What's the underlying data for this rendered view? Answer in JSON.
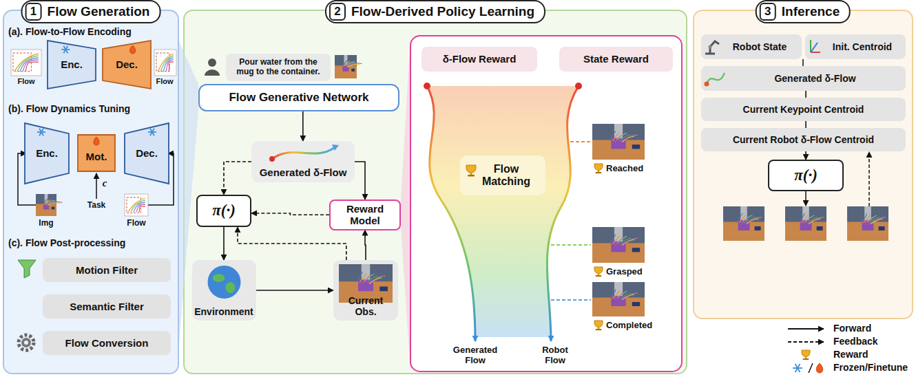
{
  "diagram": {
    "nodes": [
      {
        "text": [
          "1",
          "Flow Generation"
        ]
      },
      {
        "text": [
          "Enc."
        ],
        "in": 0
      },
      {
        "text": [
          "Dec."
        ],
        "in": 0
      },
      {
        "text": [
          "Enc."
        ],
        "in": 0
      },
      {
        "text": [
          "Mot."
        ],
        "in": 0
      },
      {
        "text": [
          "Dec."
        ],
        "in": 0
      },
      {
        "text": [
          "Motion Filter"
        ],
        "in": 0
      },
      {
        "text": [
          "Semantic Filter"
        ],
        "in": 0
      },
      {
        "text": [
          "Flow Conversion"
        ],
        "in": 0
      },
      {
        "text": [
          "2",
          "Flow-Derived Policy Learning"
        ]
      },
      {
        "text": [
          "Pour water from the mug to the container."
        ],
        "in": 9
      },
      {
        "text": [
          "Flow Generative Network"
        ],
        "in": 9
      },
      {
        "text": [
          "Generated δ-Flow"
        ],
        "in": 9
      },
      {
        "text": [
          "π(·)"
        ],
        "in": 9
      },
      {
        "text": [
          "Reward Model"
        ],
        "in": 9
      },
      {
        "text": [
          "Environment"
        ],
        "in": 9
      },
      {
        "text": [
          "Current Obs."
        ],
        "in": 9
      },
      {
        "text": [
          "δ-Flow Reward"
        ],
        "in": 9
      },
      {
        "text": [
          "State Reward"
        ],
        "in": 9
      },
      {
        "text": [
          "Flow Matching"
        ],
        "in": 9
      },
      {
        "text": [
          "3",
          "Inference"
        ]
      },
      {
        "text": [
          "Robot State"
        ],
        "in": 20
      },
      {
        "text": [
          "Init. Centroid"
        ],
        "in": 20
      },
      {
        "text": [
          "Generated δ-Flow"
        ],
        "in": 20
      },
      {
        "text": [
          "Current Keypoint Centroid"
        ],
        "in": 20
      },
      {
        "text": [
          "Current Robot δ-Flow Centroid"
        ],
        "in": 20
      },
      {
        "text": [
          "π(·)"
        ],
        "in": 20
      }
    ],
    "edges": [
      {
        "from": 11,
        "to": 12,
        "arrow": "to"
      },
      {
        "from": 12,
        "to": 13,
        "arrow": "to"
      },
      {
        "from": 12,
        "to": 14,
        "arrow": "to"
      },
      {
        "from": 14,
        "to": 13,
        "arrow": "to"
      },
      {
        "from": 13,
        "to": 15,
        "arrow": "to"
      },
      {
        "from": 15,
        "to": 16,
        "arrow": "to"
      },
      {
        "from": 16,
        "to": 14,
        "arrow": "to"
      },
      {
        "from": 16,
        "to": 13,
        "arrow": "to"
      },
      {
        "from": 23,
        "to": 24,
        "arrow": "none"
      },
      {
        "from": 24,
        "to": 25,
        "arrow": "none"
      },
      {
        "from": 25,
        "to": 26,
        "arrow": "to"
      }
    ],
    "labels": [
      "(a). Flow-to-Flow Encoding",
      "Flow",
      "Flow",
      "(b). Flow Dynamics Tuning",
      "Img",
      "c",
      "Task",
      "Flow",
      "(c). Flow Post-processing",
      "Reached",
      "Grasped",
      "Completed",
      "Generated Flow",
      "Robot Flow"
    ],
    "legend": [
      {
        "text": "Forward"
      },
      {
        "text": "Feedback"
      },
      {
        "text": "Reward"
      },
      {
        "text": "Frozen/Finetune"
      }
    ]
  }
}
